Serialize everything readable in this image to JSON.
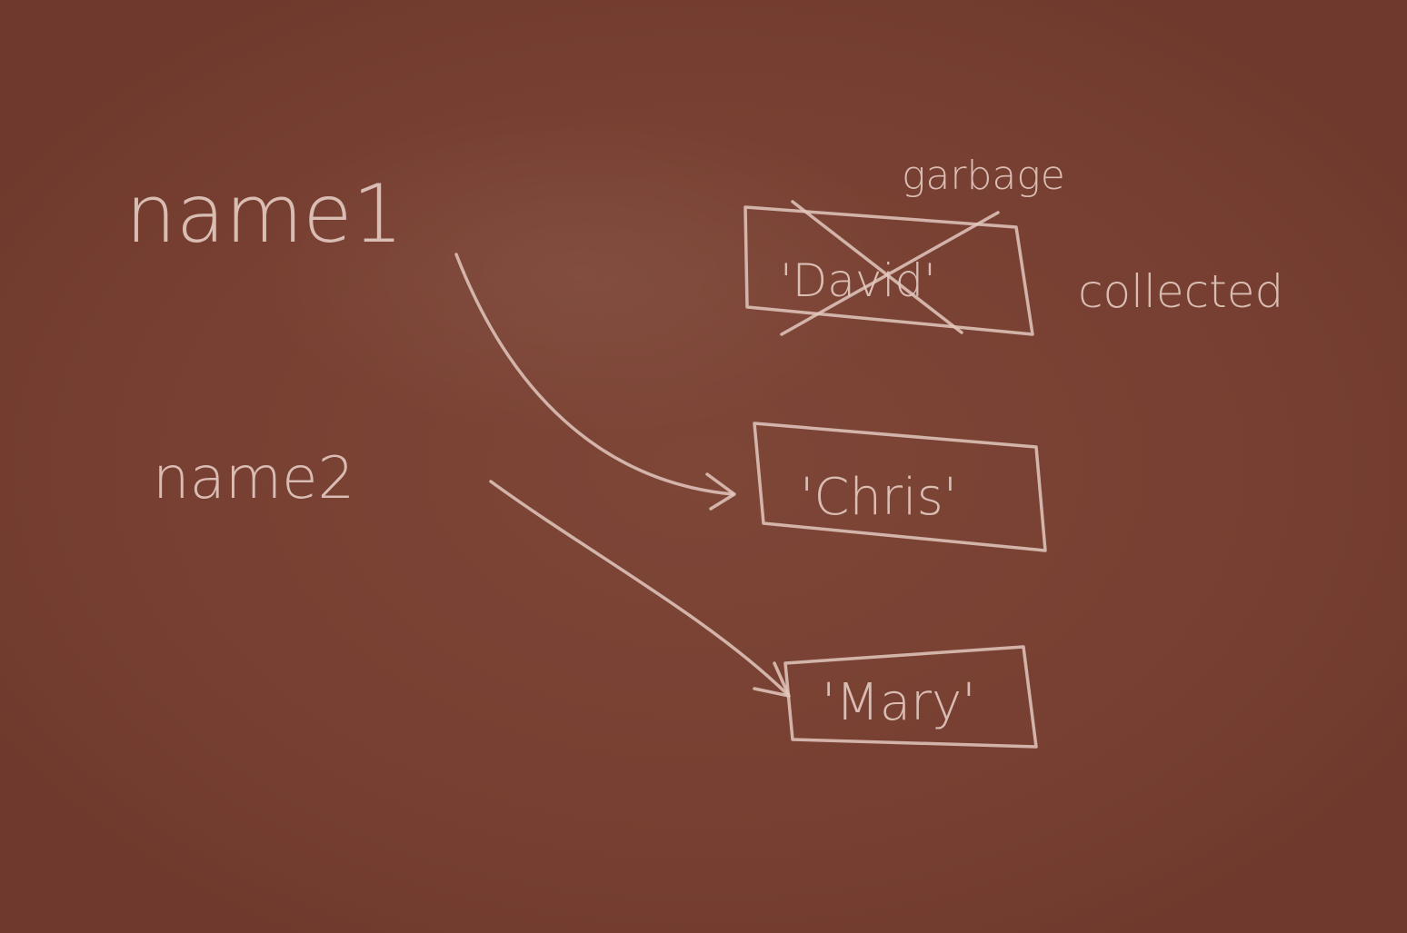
{
  "variables": {
    "name1": "name1",
    "name2": "name2"
  },
  "objects": {
    "david": "'David'",
    "chris": "'Chris'",
    "mary": "'Mary'"
  },
  "annotation": {
    "line1": "garbage",
    "line2": "collected"
  },
  "colors": {
    "board": "#7a4234",
    "chalk": "#e7cfc6"
  }
}
